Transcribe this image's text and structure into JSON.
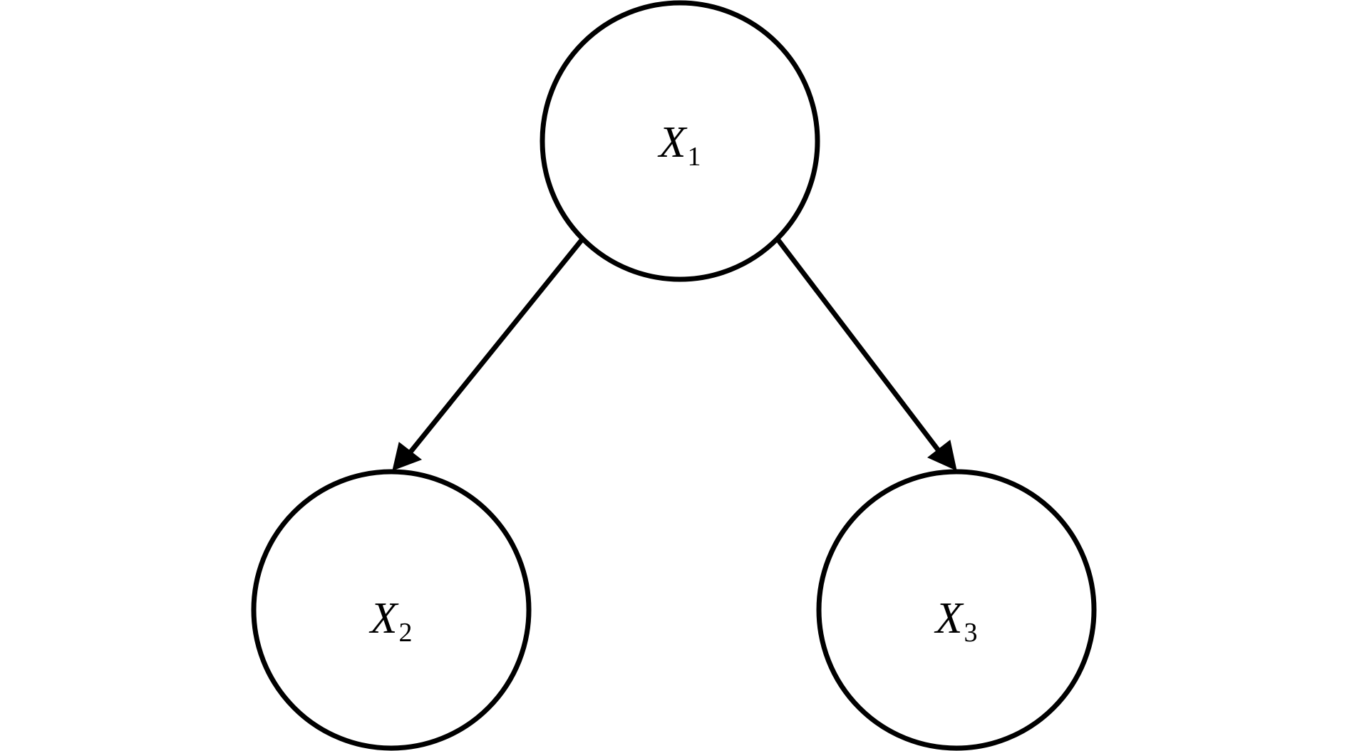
{
  "nodes": [
    {
      "id": "x1",
      "variable": "X",
      "subscript": "1"
    },
    {
      "id": "x2",
      "variable": "X",
      "subscript": "2"
    },
    {
      "id": "x3",
      "variable": "X",
      "subscript": "3"
    }
  ],
  "edges": [
    {
      "from": "x1",
      "to": "x2"
    },
    {
      "from": "x1",
      "to": "x3"
    }
  ],
  "colors": {
    "stroke": "#000000",
    "node_fill": "#ffffff",
    "background": "#ffffff"
  }
}
